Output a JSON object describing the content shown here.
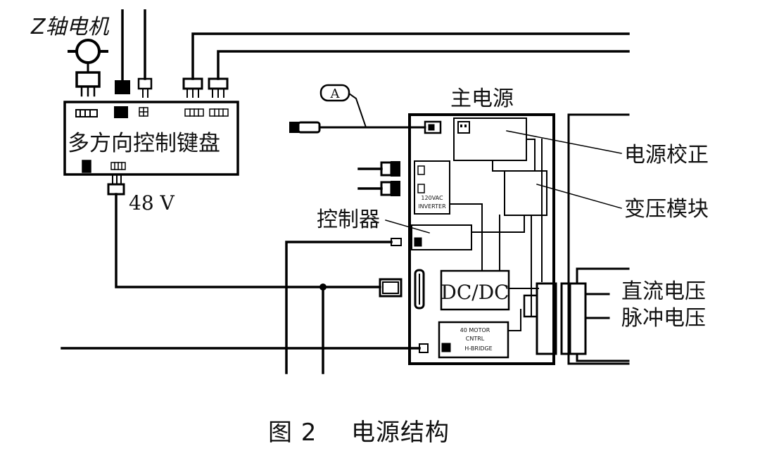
{
  "labels": {
    "z_motor": "Z轴电机",
    "keyboard": "多方向控制键盘",
    "voltage_48": "48 V",
    "connector_a": "A",
    "main_power": "主电源",
    "power_correction": "电源校正",
    "transformer": "变压模块",
    "controller": "控制器",
    "dc_dc": "DC/DC",
    "dc_voltage": "直流电压",
    "pulse_voltage": "脉冲电压"
  },
  "small_print": {
    "inverter_line1": "120VAC",
    "inverter_line2": "INVERTER",
    "motor_line1": "40 MOTOR",
    "motor_line2": "CNTRL",
    "motor_line3": "H-BRIDGE"
  },
  "caption": {
    "figure": "图 2",
    "title": "电源结构"
  }
}
